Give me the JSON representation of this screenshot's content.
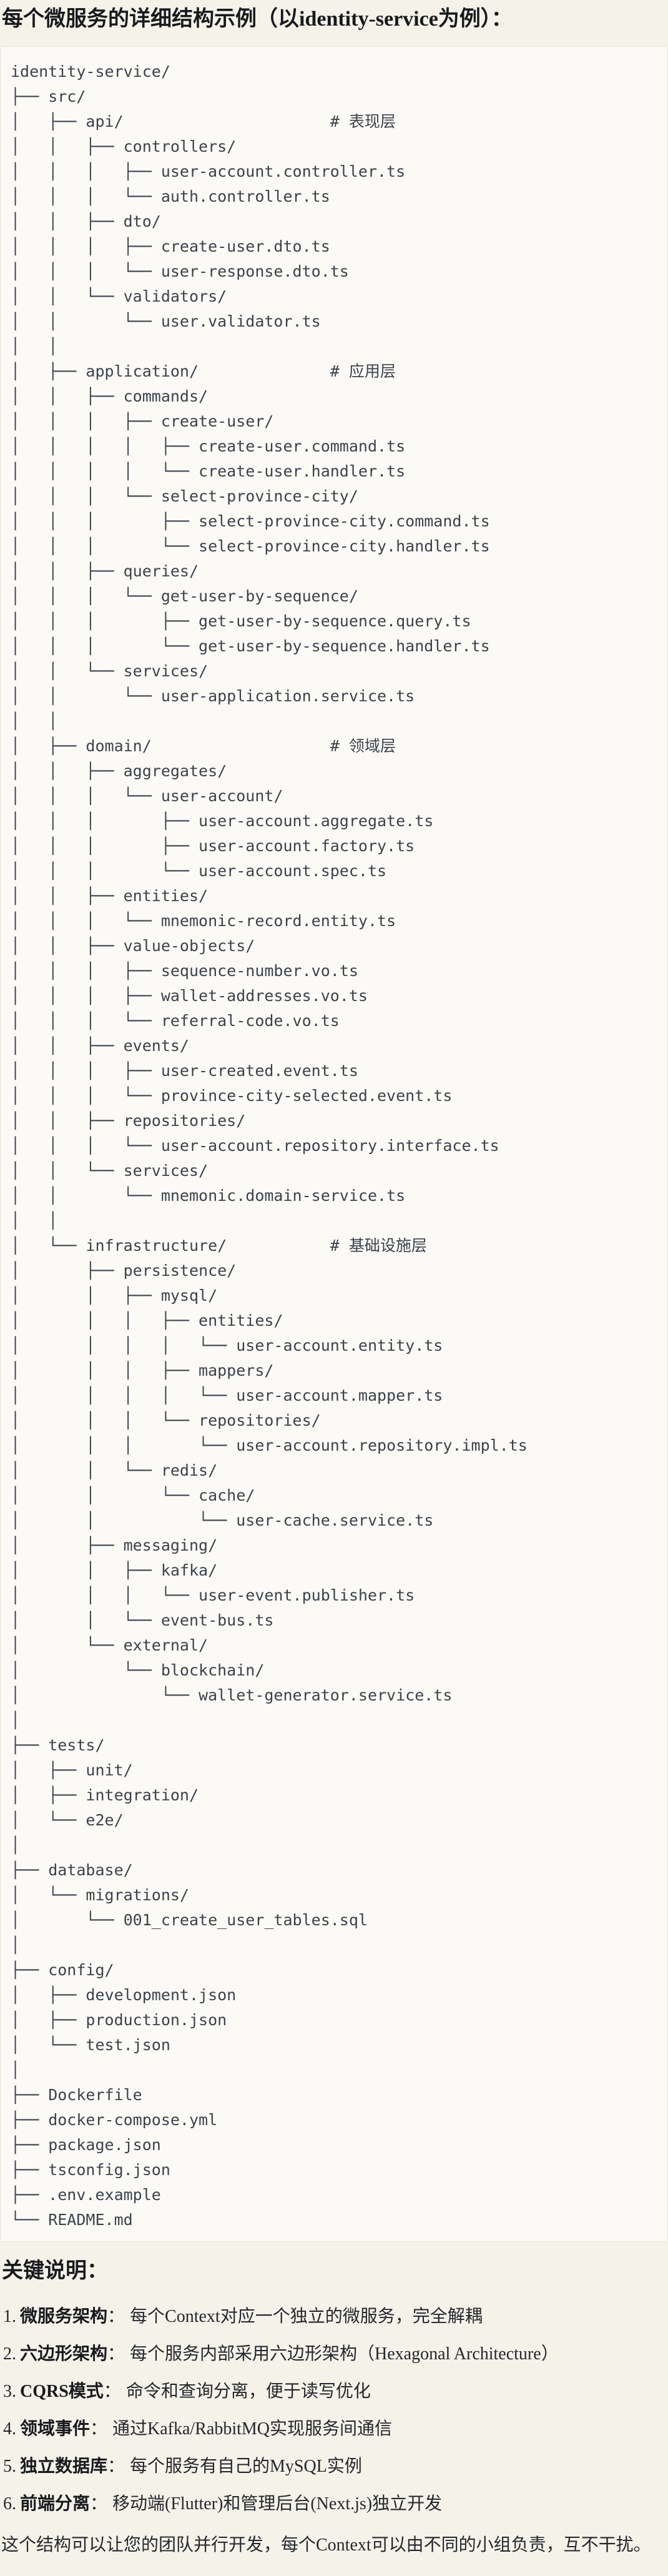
{
  "title": "每个微服务的详细结构示例（以identity-service为例）：",
  "code_block": {
    "lines": [
      "identity-service/",
      "├── src/",
      "│   ├── api/                      # 表现层",
      "│   │   ├── controllers/",
      "│   │   │   ├── user-account.controller.ts",
      "│   │   │   └── auth.controller.ts",
      "│   │   ├── dto/",
      "│   │   │   ├── create-user.dto.ts",
      "│   │   │   └── user-response.dto.ts",
      "│   │   └── validators/",
      "│   │       └── user.validator.ts",
      "│   │",
      "│   ├── application/              # 应用层",
      "│   │   ├── commands/",
      "│   │   │   ├── create-user/",
      "│   │   │   │   ├── create-user.command.ts",
      "│   │   │   │   └── create-user.handler.ts",
      "│   │   │   └── select-province-city/",
      "│   │   │       ├── select-province-city.command.ts",
      "│   │   │       └── select-province-city.handler.ts",
      "│   │   ├── queries/",
      "│   │   │   └── get-user-by-sequence/",
      "│   │   │       ├── get-user-by-sequence.query.ts",
      "│   │   │       └── get-user-by-sequence.handler.ts",
      "│   │   └── services/",
      "│   │       └── user-application.service.ts",
      "│   │",
      "│   ├── domain/                   # 领域层",
      "│   │   ├── aggregates/",
      "│   │   │   └── user-account/",
      "│   │   │       ├── user-account.aggregate.ts",
      "│   │   │       ├── user-account.factory.ts",
      "│   │   │       └── user-account.spec.ts",
      "│   │   ├── entities/",
      "│   │   │   └── mnemonic-record.entity.ts",
      "│   │   ├── value-objects/",
      "│   │   │   ├── sequence-number.vo.ts",
      "│   │   │   ├── wallet-addresses.vo.ts",
      "│   │   │   └── referral-code.vo.ts",
      "│   │   ├── events/",
      "│   │   │   ├── user-created.event.ts",
      "│   │   │   └── province-city-selected.event.ts",
      "│   │   ├── repositories/",
      "│   │   │   └── user-account.repository.interface.ts",
      "│   │   └── services/",
      "│   │       └── mnemonic.domain-service.ts",
      "│   │",
      "│   └── infrastructure/           # 基础设施层",
      "│       ├── persistence/",
      "│       │   ├── mysql/",
      "│       │   │   ├── entities/",
      "│       │   │   │   └── user-account.entity.ts",
      "│       │   │   ├── mappers/",
      "│       │   │   │   └── user-account.mapper.ts",
      "│       │   │   └── repositories/",
      "│       │   │       └── user-account.repository.impl.ts",
      "│       │   └── redis/",
      "│       │       └── cache/",
      "│       │           └── user-cache.service.ts",
      "│       ├── messaging/",
      "│       │   ├── kafka/",
      "│       │   │   └── user-event.publisher.ts",
      "│       │   └── event-bus.ts",
      "│       └── external/",
      "│           └── blockchain/",
      "│               └── wallet-generator.service.ts",
      "│",
      "├── tests/",
      "│   ├── unit/",
      "│   ├── integration/",
      "│   └── e2e/",
      "│",
      "├── database/",
      "│   └── migrations/",
      "│       └── 001_create_user_tables.sql",
      "│",
      "├── config/",
      "│   ├── development.json",
      "│   ├── production.json",
      "│   └── test.json",
      "│",
      "├── Dockerfile",
      "├── docker-compose.yml",
      "├── package.json",
      "├── tsconfig.json",
      "├── .env.example",
      "└── README.md"
    ]
  },
  "notes": {
    "heading": "关键说明：",
    "items": [
      {
        "num": "1.",
        "term": "微服务架构",
        "colon": "：",
        "text": "每个Context对应一个独立的微服务，完全解耦"
      },
      {
        "num": "2.",
        "term": "六边形架构",
        "colon": "：",
        "text": "每个服务内部采用六边形架构（Hexagonal Architecture）"
      },
      {
        "num": "3.",
        "term": "CQRS模式",
        "colon": "：",
        "text": "命令和查询分离，便于读写优化"
      },
      {
        "num": "4.",
        "term": "领域事件",
        "colon": "：",
        "text": "通过Kafka/RabbitMQ实现服务间通信"
      },
      {
        "num": "5.",
        "term": "独立数据库",
        "colon": "：",
        "text": "每个服务有自己的MySQL实例"
      },
      {
        "num": "6.",
        "term": "前端分离",
        "colon": "：",
        "text": "移动端(Flutter)和管理后台(Next.js)独立开发"
      }
    ]
  },
  "closing": "这个结构可以让您的团队并行开发，每个Context可以由不同的小组负责，互不干扰。"
}
